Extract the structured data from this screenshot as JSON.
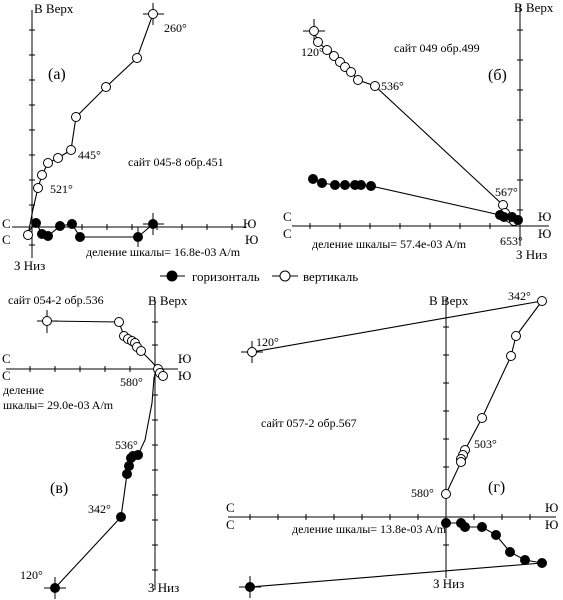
{
  "legend": {
    "horizontal_label": "горизонталь",
    "vertical_label": "вертикаль"
  },
  "panels": [
    {
      "key": "a",
      "panel_label": "(а)",
      "site_label": "сайт 045-8 обр.451",
      "scale_label": "деление шкалы=  16.8e-03 A/m",
      "axis_labels": {
        "top": "В Верх",
        "bottom": "З Низ",
        "left_upper": "С",
        "left_lower": "С",
        "right_upper": "Ю",
        "right_lower": "Ю"
      },
      "temperatures": [
        "260°",
        "445°",
        "521°"
      ]
    },
    {
      "key": "b",
      "panel_label": "(б)",
      "site_label": "сайт 049 обр.499",
      "scale_label": "деление шкалы=  57.4e-03 A/m",
      "axis_labels": {
        "top": "В Верх",
        "bottom": "З Низ",
        "left_upper": "С",
        "left_lower": "С",
        "right_upper": "Ю",
        "right_lower": "Ю"
      },
      "temperatures": [
        "120°",
        "536°",
        "567°",
        "653°"
      ]
    },
    {
      "key": "v",
      "panel_label": "(в)",
      "site_label": "сайт 054-2 обр.536",
      "scale_label_line1": "деление",
      "scale_label_line2": "шкалы=  29.0e-03 A/m",
      "axis_labels": {
        "top": "В Верх",
        "bottom": "З Низ",
        "left_upper": "С",
        "left_lower": "С",
        "right_upper": "Ю",
        "right_lower": "Ю"
      },
      "temperatures": [
        "580°",
        "536°",
        "342°",
        "120°"
      ]
    },
    {
      "key": "g",
      "panel_label": "(г)",
      "site_label": "сайт 057-2 обр.567",
      "scale_label": "деление шкалы=  13.8e-03 A/m",
      "axis_labels": {
        "top": "В Верх",
        "bottom": "З Низ",
        "left_upper": "С",
        "left_lower": "С",
        "right_upper": "Ю",
        "right_lower": "Ю"
      },
      "temperatures": [
        "342°",
        "120°",
        "503°",
        "580°"
      ]
    }
  ]
}
